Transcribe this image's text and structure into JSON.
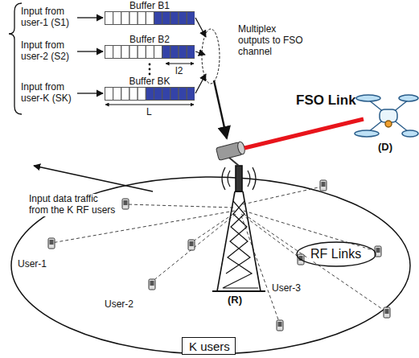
{
  "diagram": {
    "nodes": [
      {
        "text": [
          "Buffer B1"
        ]
      },
      {
        "text": [
          "Buffer B2"
        ]
      },
      {
        "text": [
          "Buffer BK"
        ]
      },
      {
        "text": [
          "RF Links"
        ]
      },
      {
        "text": [
          "K users"
        ]
      }
    ],
    "labels": [
      "Input from user-1 (S1)",
      "Input from user-2 (S2)",
      "Input from user-K (SK)",
      "l2",
      "L",
      "Multiplex outputs to FSO channel",
      "FSO Link",
      "(D)",
      "Input data traffic from the K RF users",
      "User-1",
      "User-2",
      "User-3",
      "(R)"
    ]
  }
}
